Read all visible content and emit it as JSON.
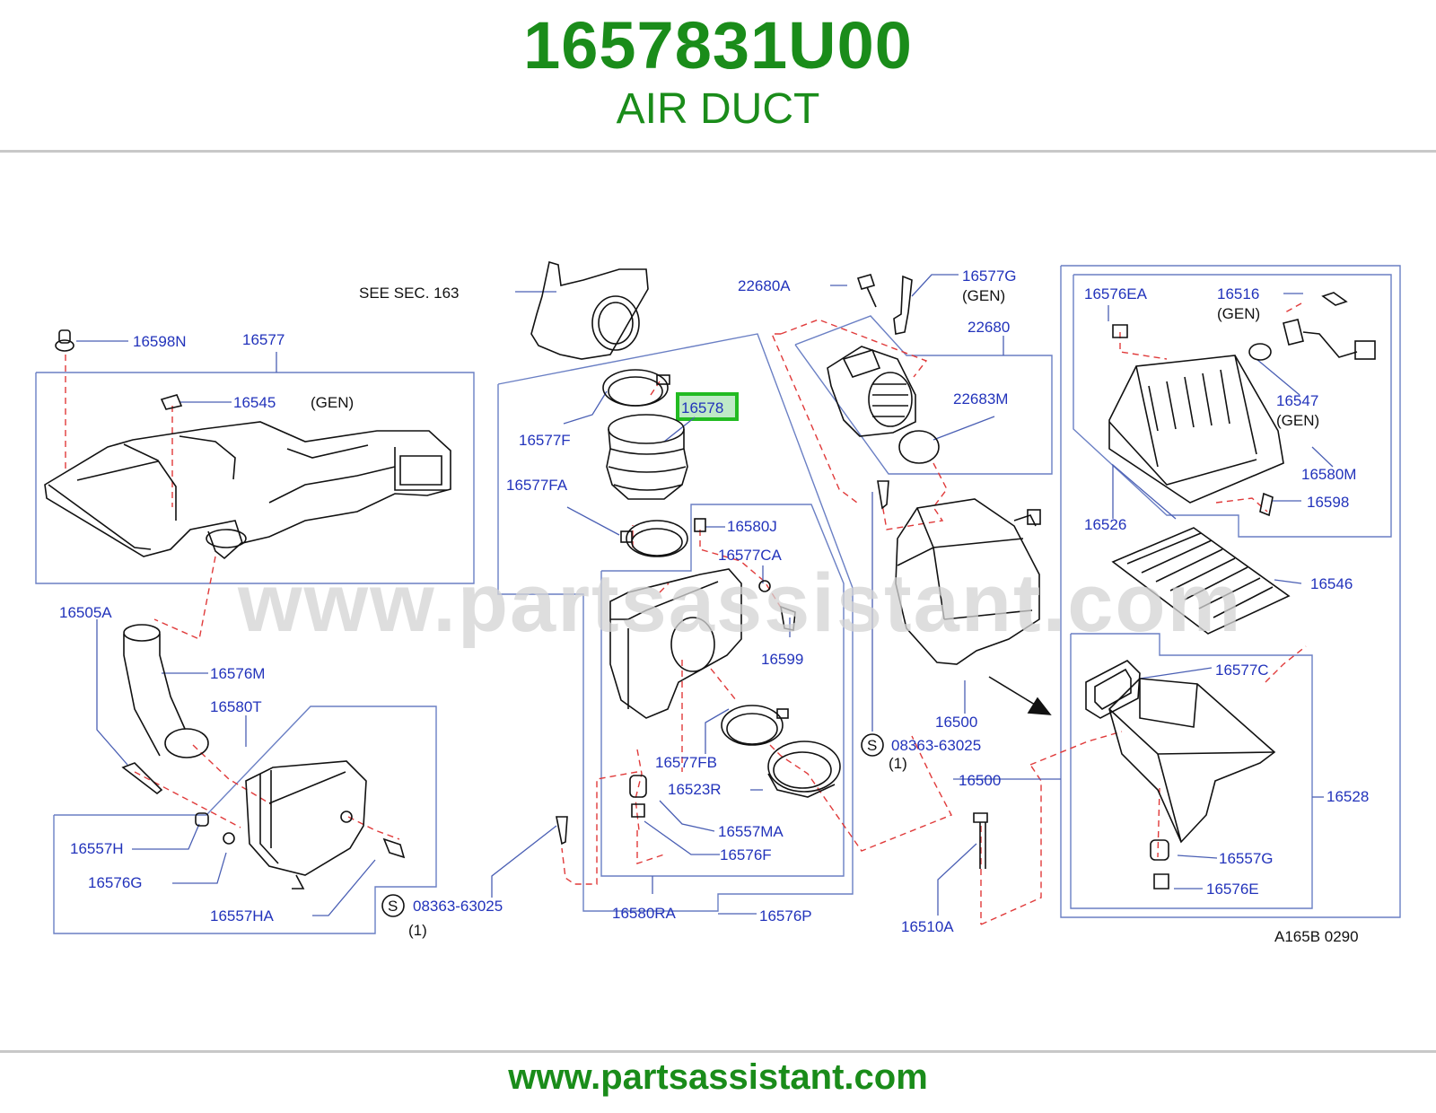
{
  "header": {
    "part_number": "1657831U00",
    "title": "AIR DUCT",
    "color": "#1a8c1a"
  },
  "footer": {
    "url": "www.partsassistant.com"
  },
  "watermark": "www.partsassistant.com",
  "highlight": {
    "label": "16578",
    "border_color": "#22bb22"
  },
  "diagram": {
    "ref_code": "A165B 0290",
    "see_sec": "SEE SEC. 163",
    "labels": {
      "l16598N": "16598N",
      "l16577": "16577",
      "l16545": "16545",
      "gen1": "(GEN)",
      "l16505A": "16505A",
      "l16576M": "16576M",
      "l16580T": "16580T",
      "l16557H": "16557H",
      "l16576G": "16576G",
      "l16557HA": "16557HA",
      "l08363a": "08363-63025",
      "q1a": "(1)",
      "l16577F": "16577F",
      "l16577FA": "16577FA",
      "l16580J": "16580J",
      "l16577CA": "16577CA",
      "l16599": "16599",
      "l16577FB": "16577FB",
      "l16523R": "16523R",
      "l16557MA": "16557MA",
      "l16576F": "16576F",
      "l16580RA": "16580RA",
      "l16576P": "16576P",
      "l22680A": "22680A",
      "l16577G": "16577G",
      "gen2": "(GEN)",
      "l22680": "22680",
      "l22683M": "22683M",
      "l16500a": "16500",
      "l08363b": "08363-63025",
      "q1b": "(1)",
      "l16500b": "16500",
      "l16510A": "16510A",
      "l16576EA": "16576EA",
      "l16516": "16516",
      "gen3": "(GEN)",
      "l16547": "16547",
      "gen4": "(GEN)",
      "l16580M": "16580M",
      "l16598": "16598",
      "l16526": "16526",
      "l16546": "16546",
      "l16577C": "16577C",
      "l16528": "16528",
      "l16557G": "16557G",
      "l16576E": "16576E",
      "s_mark": "S"
    }
  }
}
